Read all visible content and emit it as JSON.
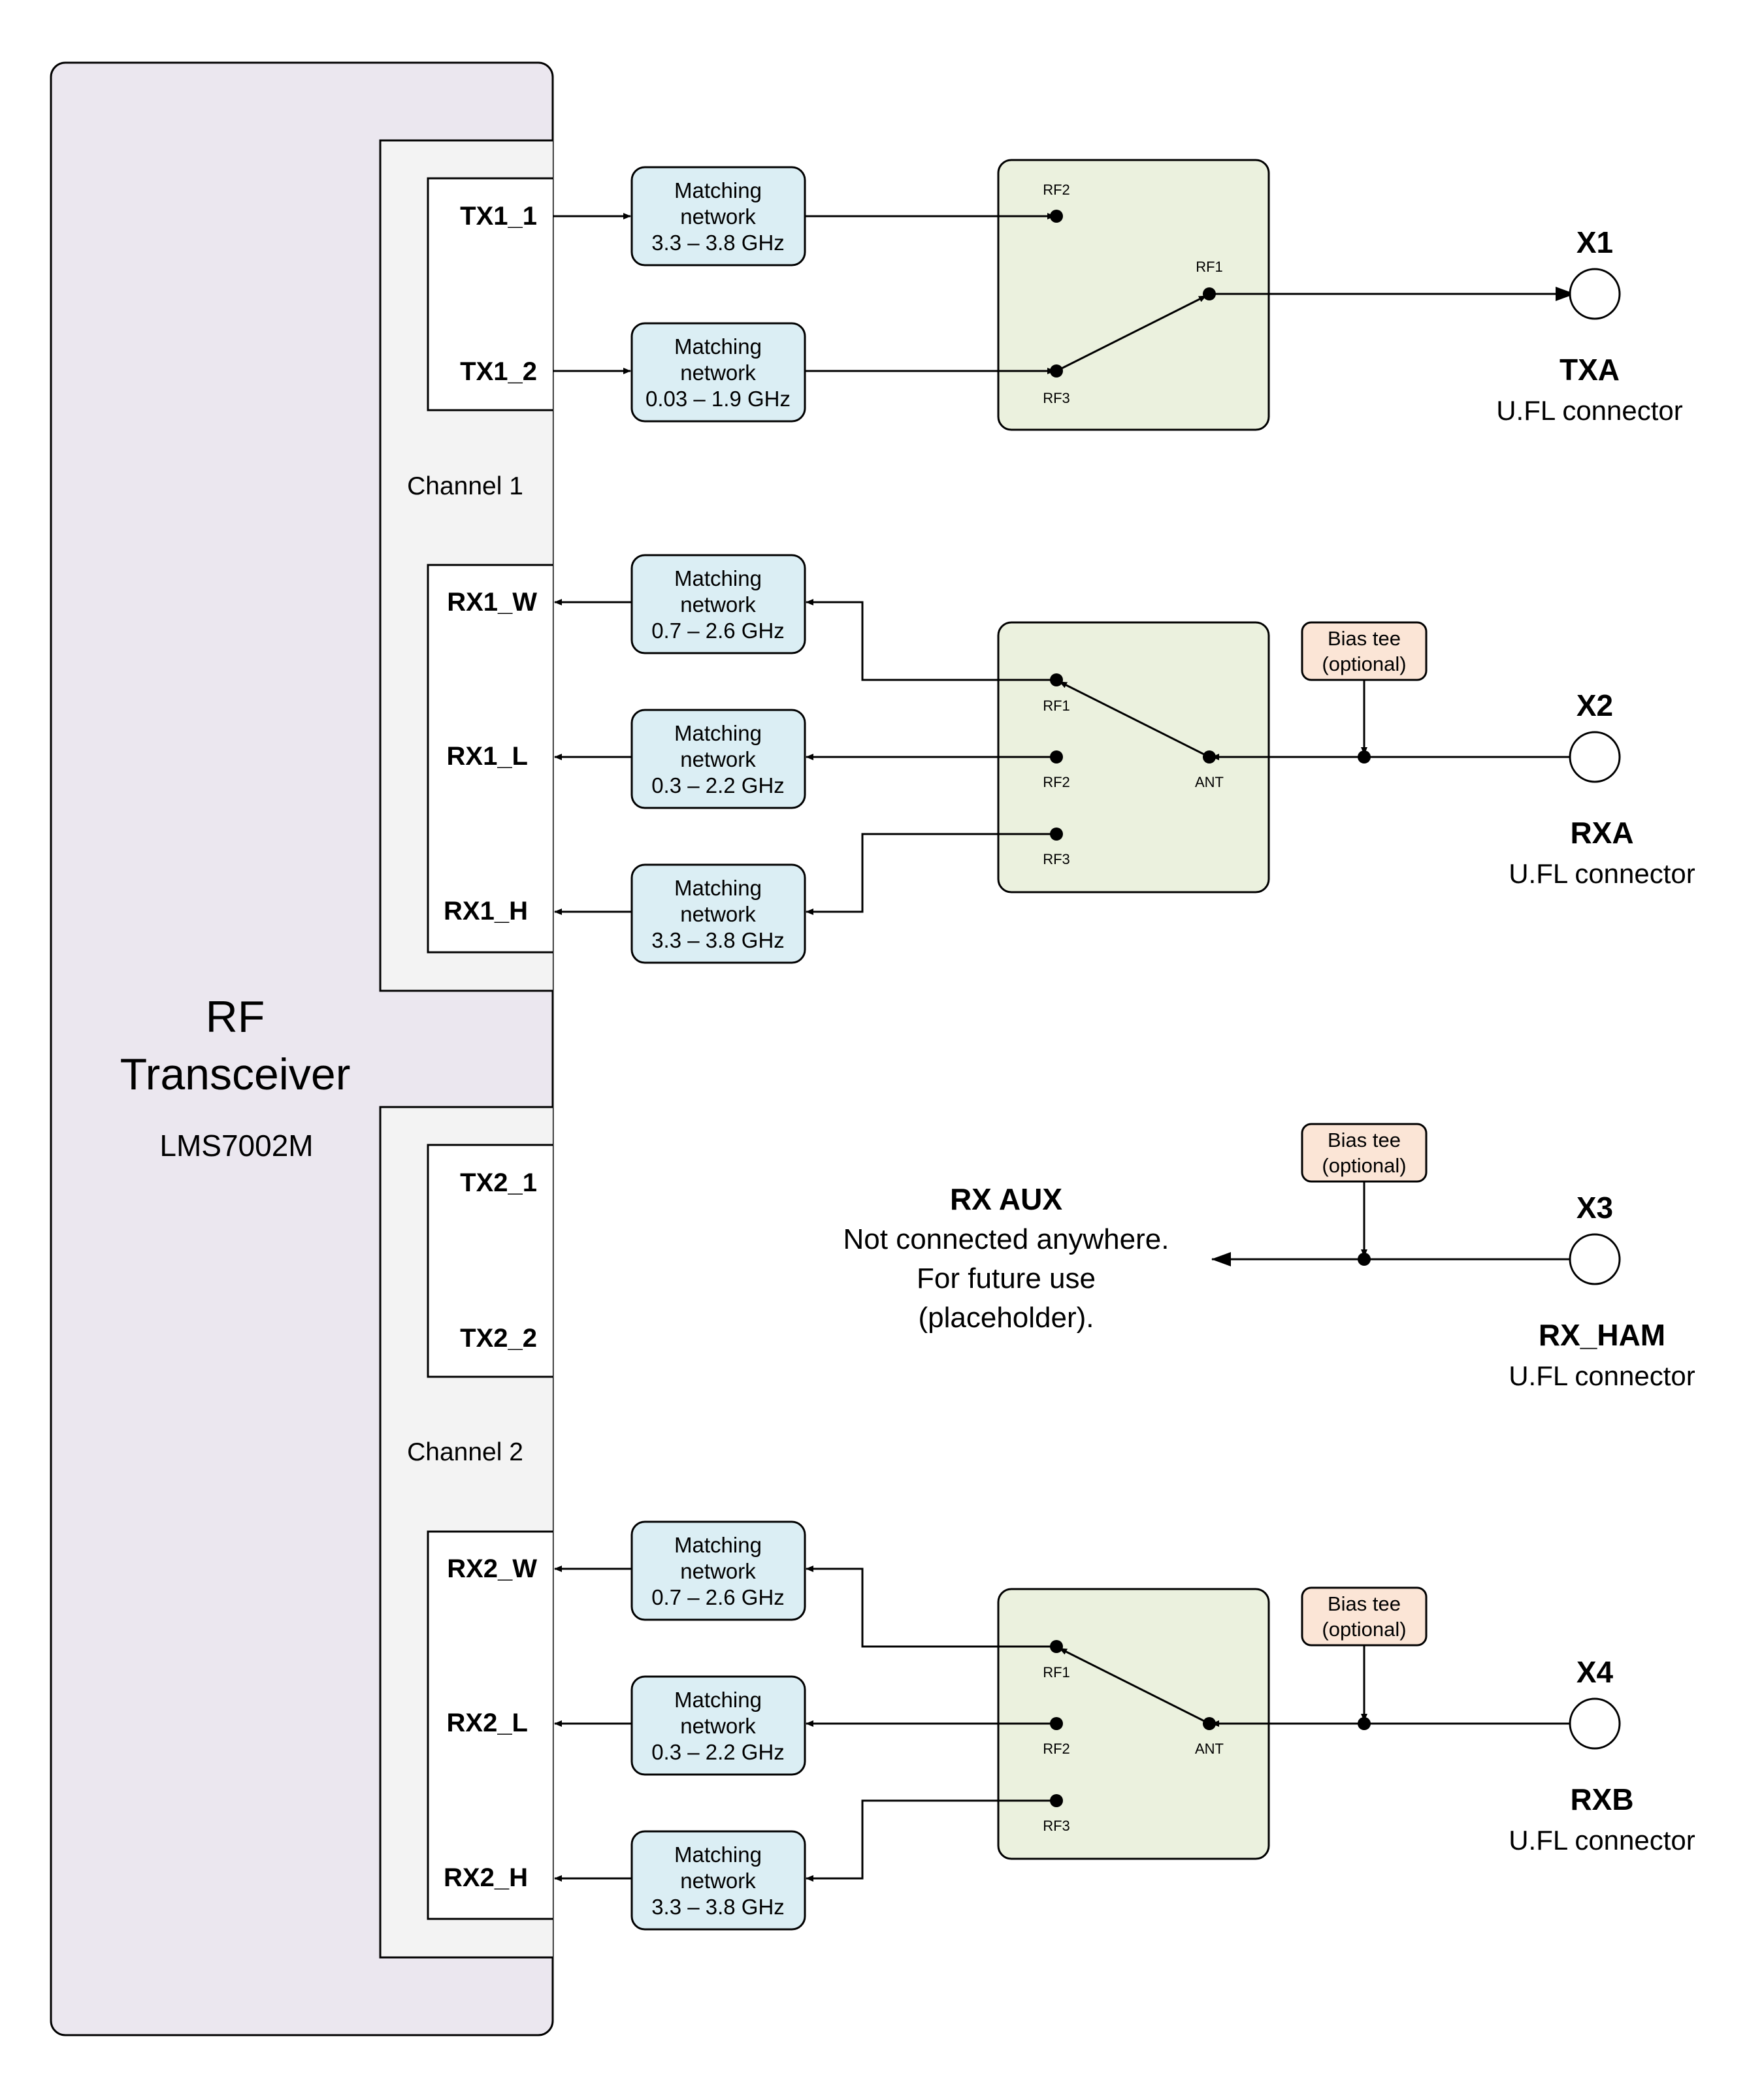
{
  "colors": {
    "transceiver": "#ebe7ef",
    "channel": "#f3f3f3",
    "matching": "#dbeef4",
    "switch": "#ebf1de",
    "bias": "#fbe5d6",
    "line": "#000000"
  },
  "transceiver": {
    "title_line1": "RF",
    "title_line2": "Transceiver",
    "part": "LMS7002M"
  },
  "channels": {
    "ch1": "Channel 1",
    "ch2": "Channel 2"
  },
  "ports": {
    "tx1_1": "TX1_1",
    "tx1_2": "TX1_2",
    "rx1_w": "RX1_W",
    "rx1_l": "RX1_L",
    "rx1_h": "RX1_H",
    "tx2_1": "TX2_1",
    "tx2_2": "TX2_2",
    "rx2_w": "RX2_W",
    "rx2_l": "RX2_L",
    "rx2_h": "RX2_H"
  },
  "matching": {
    "line1": "Matching",
    "line2": "network",
    "tx1_1": "3.3 – 3.8 GHz",
    "tx1_2": "0.03 – 1.9 GHz",
    "rx1_w": "0.7 – 2.6 GHz",
    "rx1_l": "0.3 – 2.2 GHz",
    "rx1_h": "3.3 – 3.8 GHz",
    "rx2_w": "0.7 – 2.6 GHz",
    "rx2_l": "0.3 – 2.2 GHz",
    "rx2_h": "3.3 – 3.8 GHz"
  },
  "switch_pins": {
    "rf1": "RF1",
    "rf2": "RF2",
    "rf3": "RF3",
    "ant": "ANT"
  },
  "bias_tee": {
    "line1": "Bias tee",
    "line2": "(optional)"
  },
  "connectors": {
    "x1": {
      "id": "X1",
      "name": "TXA",
      "type": "U.FL connector"
    },
    "x2": {
      "id": "X2",
      "name": "RXA",
      "type": "U.FL connector"
    },
    "x3": {
      "id": "X3",
      "name": "RX_HAM",
      "type": "U.FL connector"
    },
    "x4": {
      "id": "X4",
      "name": "RXB",
      "type": "U.FL connector"
    }
  },
  "rx_aux": {
    "title": "RX AUX",
    "line1": "Not connected anywhere.",
    "line2": "For future use",
    "line3": "(placeholder)."
  }
}
